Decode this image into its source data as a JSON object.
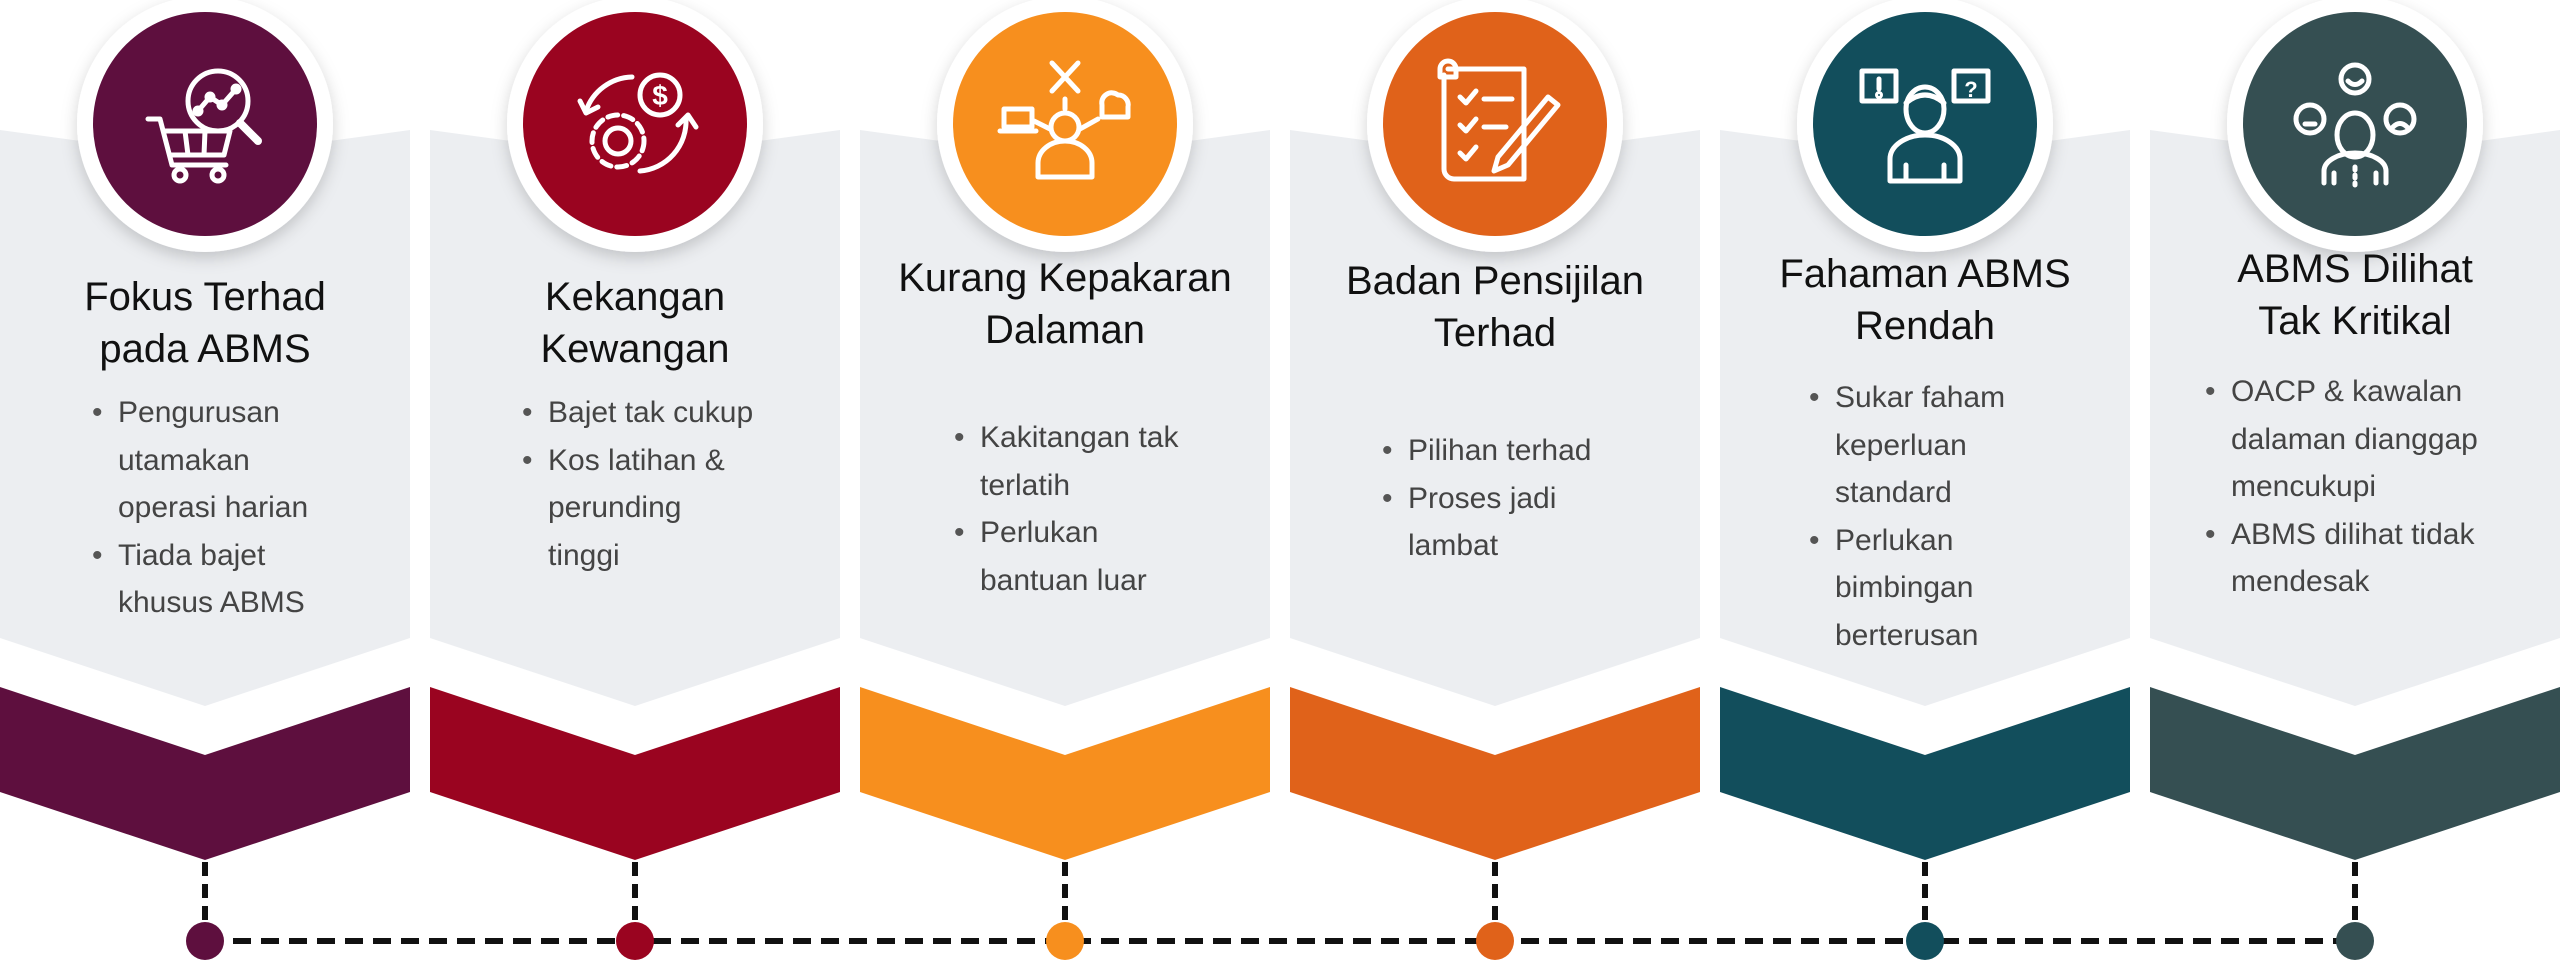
{
  "columns": [
    {
      "color": "#5E0F3E",
      "icon": "shopping-cart-analytics-icon",
      "title_lines": [
        "Fokus Terhad",
        "pada ABMS"
      ],
      "bullets": [
        [
          "Pengurusan",
          "utamakan",
          "operasi harian"
        ],
        [
          "Tiada bajet",
          "khusus ABMS"
        ]
      ]
    },
    {
      "color": "#9A0420",
      "icon": "money-gear-cycle-icon",
      "title_lines": [
        "Kekangan",
        "Kewangan"
      ],
      "bullets": [
        [
          "Bajet tak cukup"
        ],
        [
          "Kos latihan &",
          "perunding",
          "tinggi"
        ]
      ]
    },
    {
      "color": "#F78F1E",
      "icon": "expert-tools-person-icon",
      "title_lines": [
        "Kurang Kepakaran",
        "Dalaman"
      ],
      "bullets": [
        [
          "Kakitangan tak",
          "terlatih"
        ],
        [
          "Perlukan",
          "bantuan luar"
        ]
      ]
    },
    {
      "color": "#E0621A",
      "icon": "checklist-pen-icon",
      "title_lines": [
        "Badan Pensijilan",
        "Terhad"
      ],
      "bullets": [
        [
          "Pilihan terhad"
        ],
        [
          "Proses jadi",
          "lambat"
        ]
      ]
    },
    {
      "color": "#124E5C",
      "icon": "person-question-icon",
      "title_lines": [
        "Fahaman ABMS",
        "Rendah"
      ],
      "bullets": [
        [
          "Sukar faham",
          "keperluan",
          "standard"
        ],
        [
          "Perlukan",
          "bimbingan",
          "berterusan"
        ]
      ]
    },
    {
      "color": "#354F52",
      "icon": "person-emotions-icon",
      "title_lines": [
        "ABMS Dilihat",
        "Tak Kritikal"
      ],
      "bullets": [
        [
          "OACP & kawalan",
          "dalaman dianggap",
          "mencukupi"
        ],
        [
          "ABMS dilihat tidak",
          "mendesak"
        ]
      ]
    }
  ],
  "panel_color": "#ECEEF1"
}
